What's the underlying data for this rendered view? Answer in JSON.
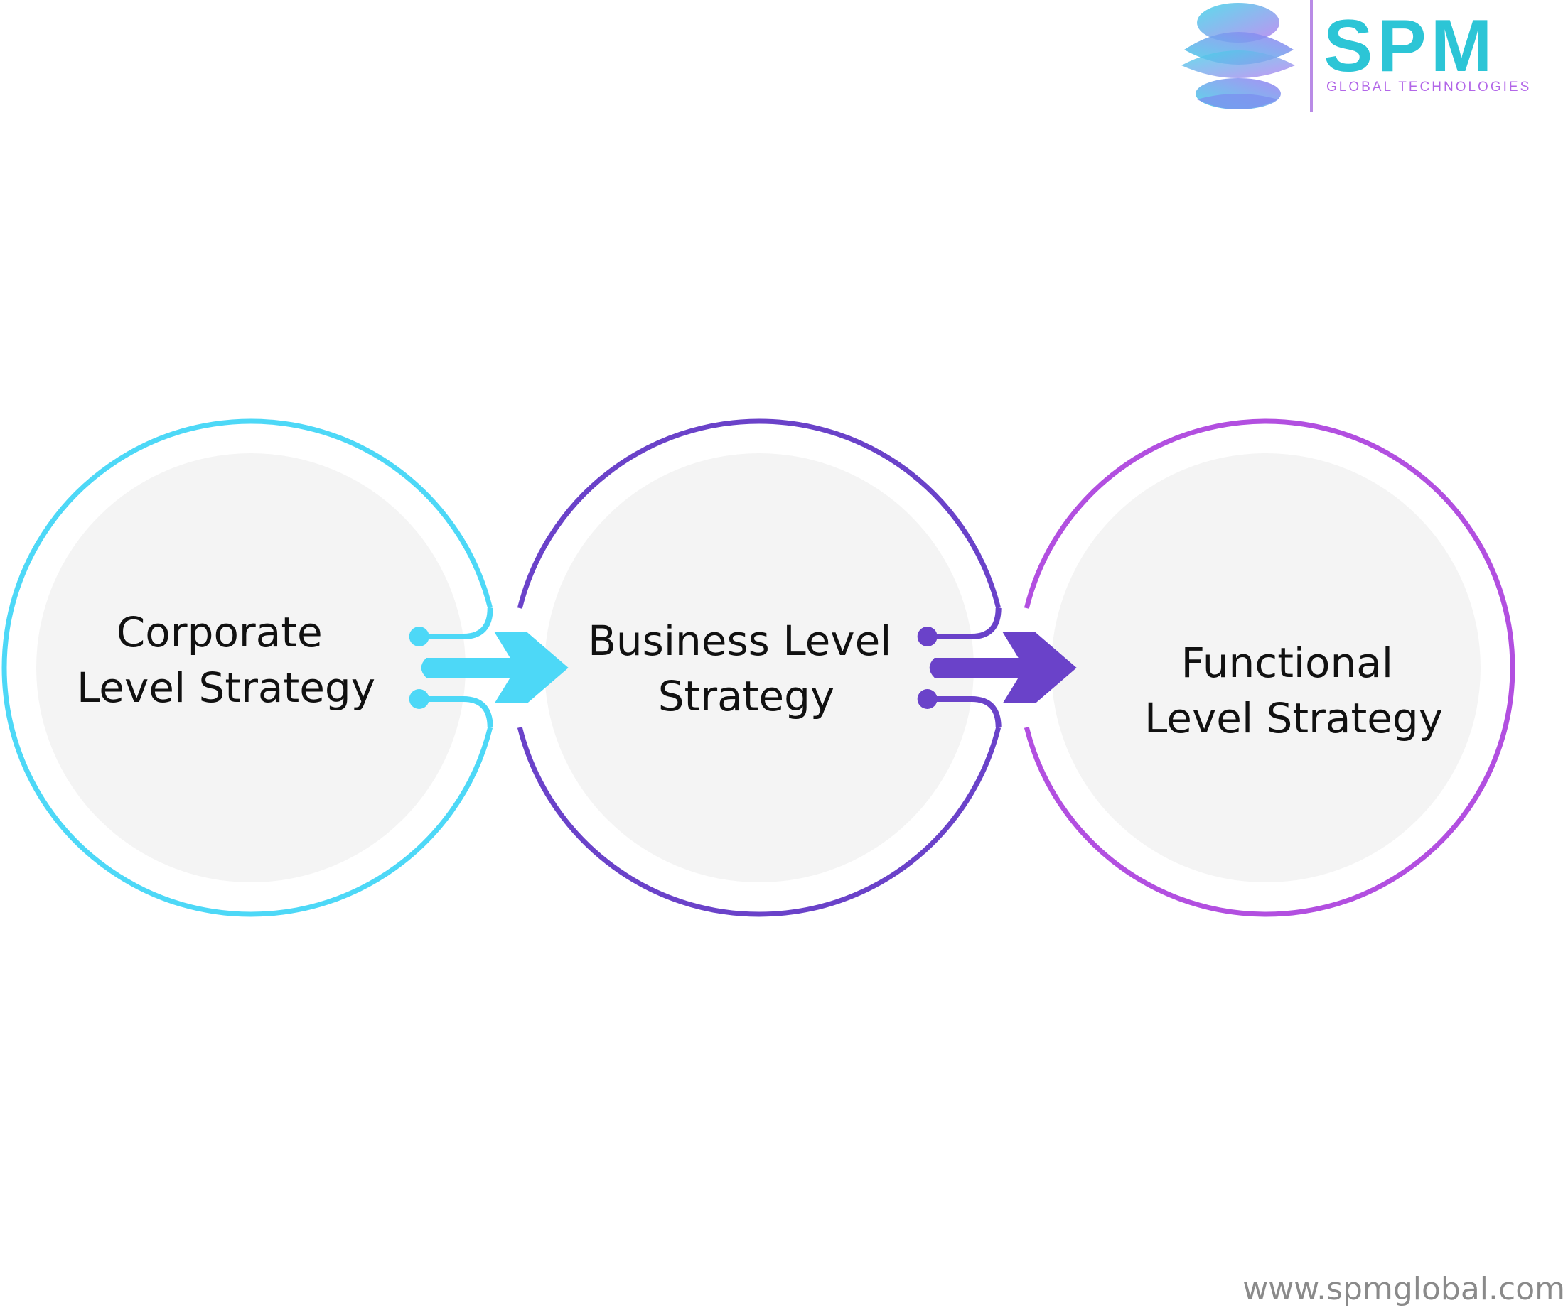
{
  "brand": {
    "name": "SPM",
    "tagline": "GLOBAL TECHNOLOGIES",
    "name_color": "#2cc5d6",
    "tagline_color": "#b266e8",
    "divider_color": "#b98be6"
  },
  "steps": [
    {
      "lines": [
        "Corporate",
        "Level Strategy"
      ],
      "color": "#4dd8f7"
    },
    {
      "lines": [
        "Business Level",
        "Strategy"
      ],
      "color": "#6a42c9"
    },
    {
      "lines": [
        "Functional",
        "Level Strategy"
      ],
      "color": "#b24fe0"
    }
  ],
  "connectors": [
    {
      "color": "#4dd8f7",
      "icon": "arrow-right-icon"
    },
    {
      "color": "#6a42c9",
      "icon": "arrow-right-icon"
    }
  ],
  "node_fill": "#f4f4f4",
  "footer": {
    "url": "www.spmglobal.com"
  }
}
